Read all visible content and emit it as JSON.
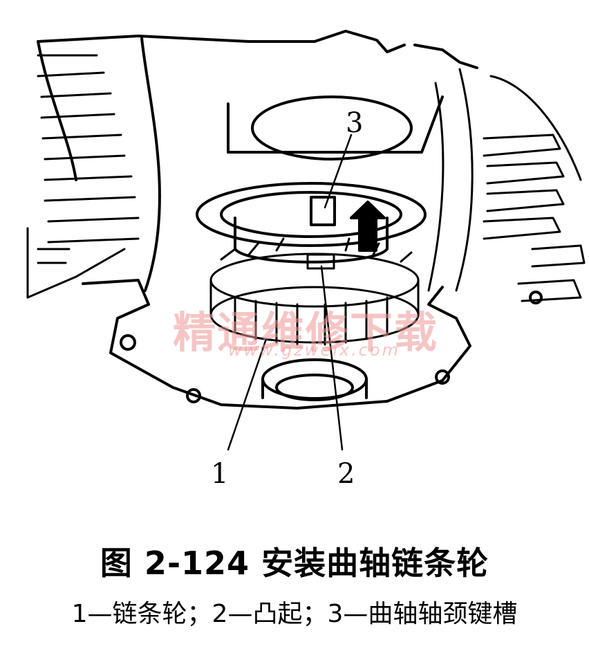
{
  "figure": {
    "callouts": [
      "3",
      "1",
      "2"
    ],
    "caption_title": "图 2-124   安装曲轴链条轮",
    "caption_legend": "1—链条轮；2—凸起；3—曲轴轴颈键槽",
    "watermark_cn": "精通维修下载",
    "watermark_en": "www.gzweix.com"
  }
}
